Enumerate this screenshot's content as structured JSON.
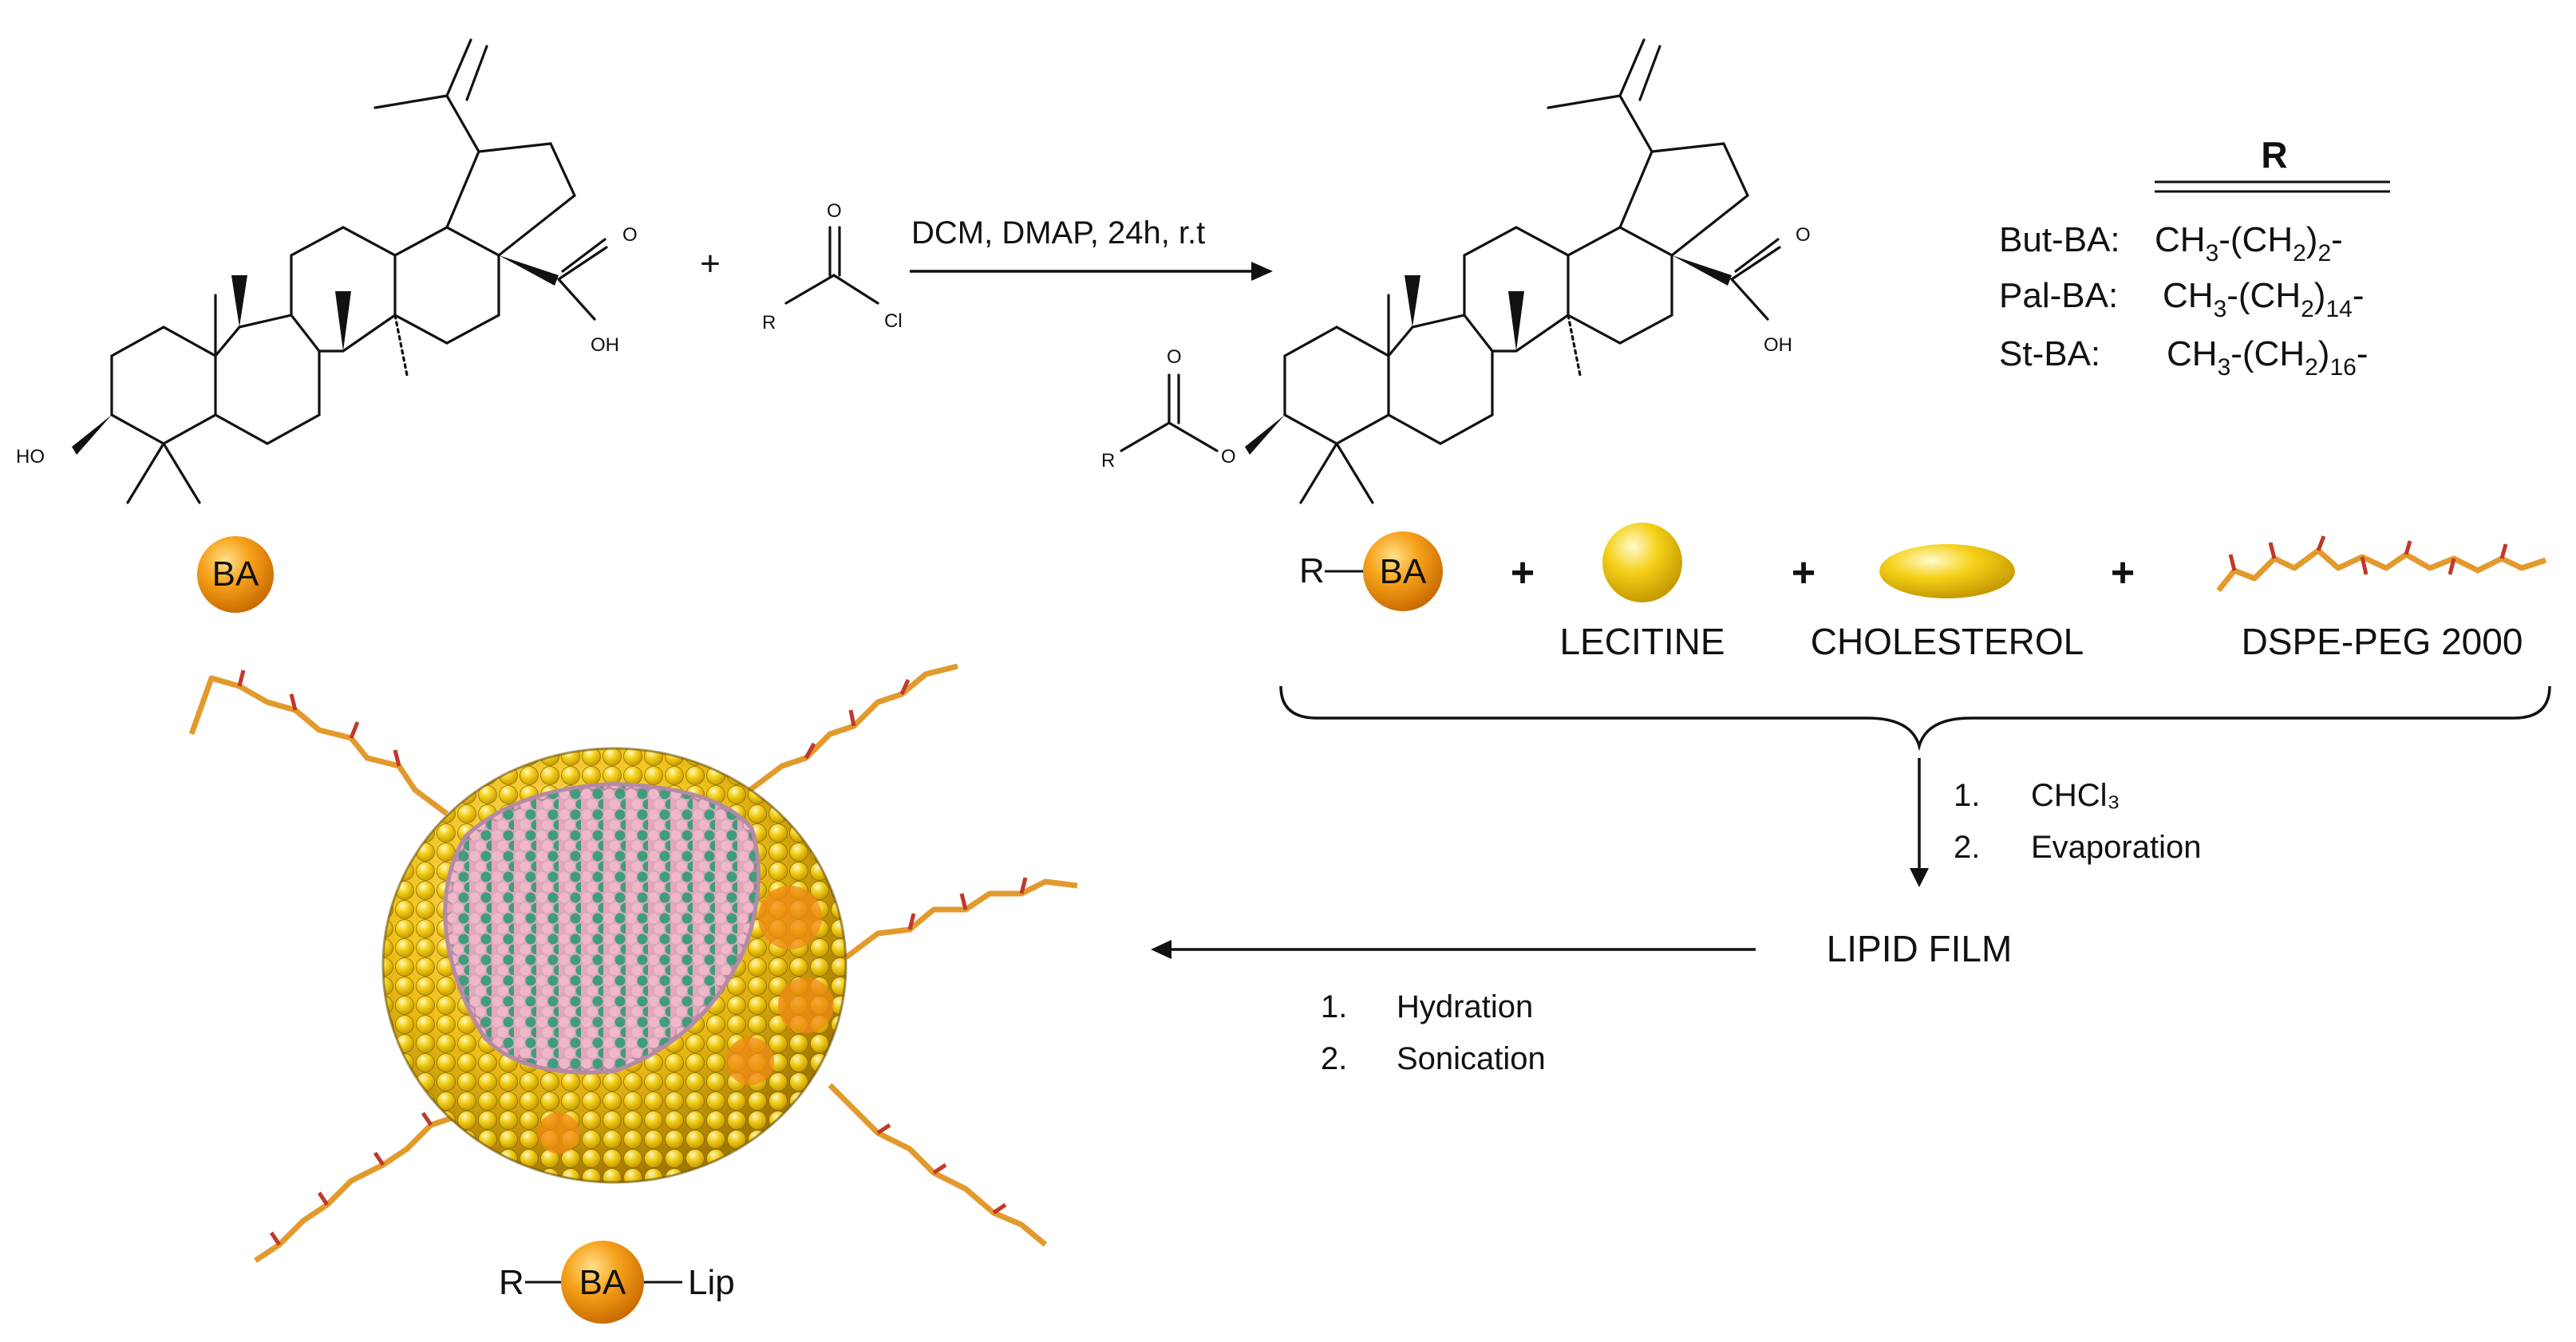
{
  "reaction": {
    "conditions": "DCM, DMAP, 24h, r.t",
    "plus": "+"
  },
  "reactant": {
    "ho_label": "HO",
    "oh_label": "OH",
    "o_label": "O",
    "badge": "BA"
  },
  "acyl_chloride": {
    "o": "O",
    "r": "R",
    "cl": "Cl"
  },
  "product": {
    "o_label": "O",
    "oh_label": "OH",
    "ester_o": "O",
    "ester_carbonyl_o": "O",
    "r": "R"
  },
  "r_table": {
    "header": "R",
    "rows": [
      {
        "name": "But-BA:",
        "formula_prefix": "CH",
        "formula_sub1": "3",
        "formula_mid": "-(CH",
        "formula_sub2": "2",
        "formula_close": ")",
        "formula_sub3": "2",
        "formula_end": "-"
      },
      {
        "name": "Pal-BA:",
        "formula_prefix": "CH",
        "formula_sub1": "3",
        "formula_mid": "-(CH",
        "formula_sub2": "2",
        "formula_close": ")",
        "formula_sub3": "14",
        "formula_end": "-"
      },
      {
        "name": "St-BA:",
        "formula_prefix": "CH",
        "formula_sub1": "3",
        "formula_mid": "-(CH",
        "formula_sub2": "2",
        "formula_close": ")",
        "formula_sub3": "16",
        "formula_end": "-"
      }
    ]
  },
  "components": {
    "r": "R",
    "badge": "BA",
    "plus": "+",
    "lecitine": "LECITINE",
    "cholesterol": "CHOLESTEROL",
    "dspe": "DSPE-PEG 2000"
  },
  "step1": {
    "items": [
      "1.",
      "2."
    ],
    "labels": [
      "CHCl₃",
      "Evaporation"
    ]
  },
  "lipid_film": "LIPID FILM",
  "step2": {
    "items": [
      "1.",
      "2."
    ],
    "labels": [
      "Hydration",
      "Sonication"
    ]
  },
  "final": {
    "r": "R",
    "badge": "BA",
    "lip": "Lip"
  },
  "colors": {
    "badge_orange": "#f39c12",
    "lipid_yellow": "#f2c80f",
    "core_pink": "#e8a6b8",
    "core_green": "#3a9a76",
    "peg_orange": "#e39a2c"
  }
}
